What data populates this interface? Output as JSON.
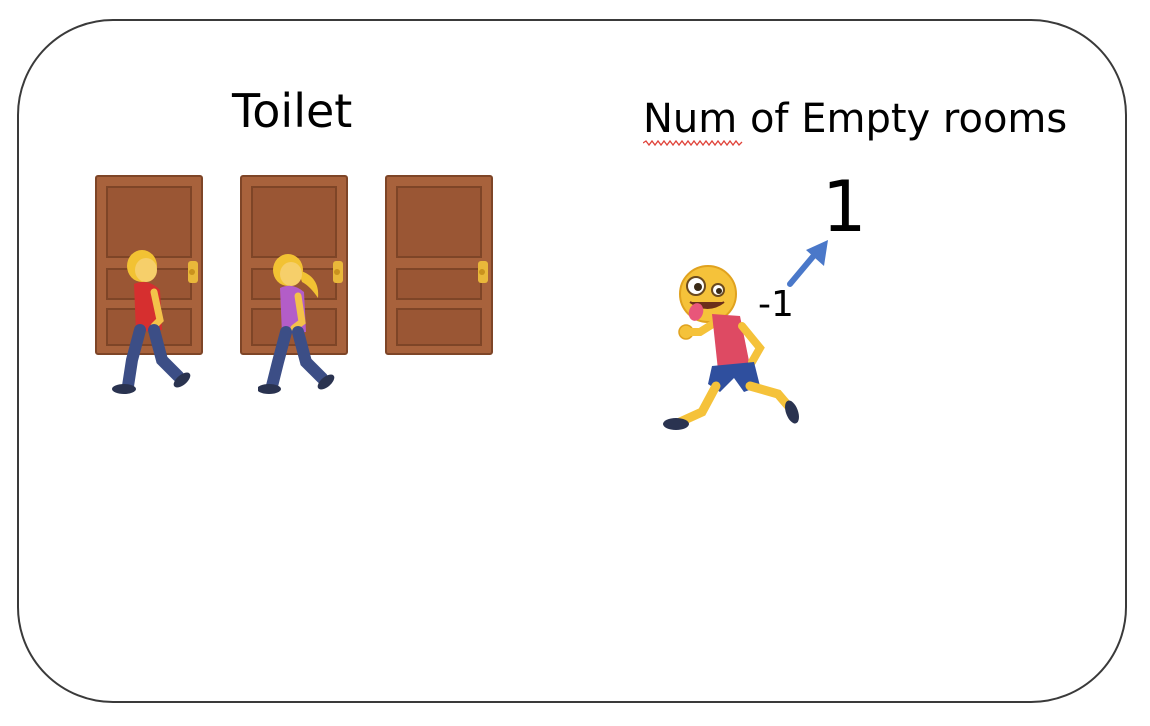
{
  "diagram": {
    "toilet_title": "Toilet",
    "rooms_title": "Num of Empty rooms",
    "empty_count": "1",
    "decrement": "-1",
    "doors": [
      {
        "occupant": "man-walking"
      },
      {
        "occupant": "woman-walking"
      },
      {
        "occupant": "none"
      }
    ],
    "runner": "person-running-zany-face",
    "colors": {
      "door_wood": "#a8623c",
      "door_dark": "#7e4527",
      "knob": "#e9b83a",
      "arrow": "#4a78c9",
      "frame": "#3a3a3a",
      "spellcheck": "#e0433a"
    }
  }
}
